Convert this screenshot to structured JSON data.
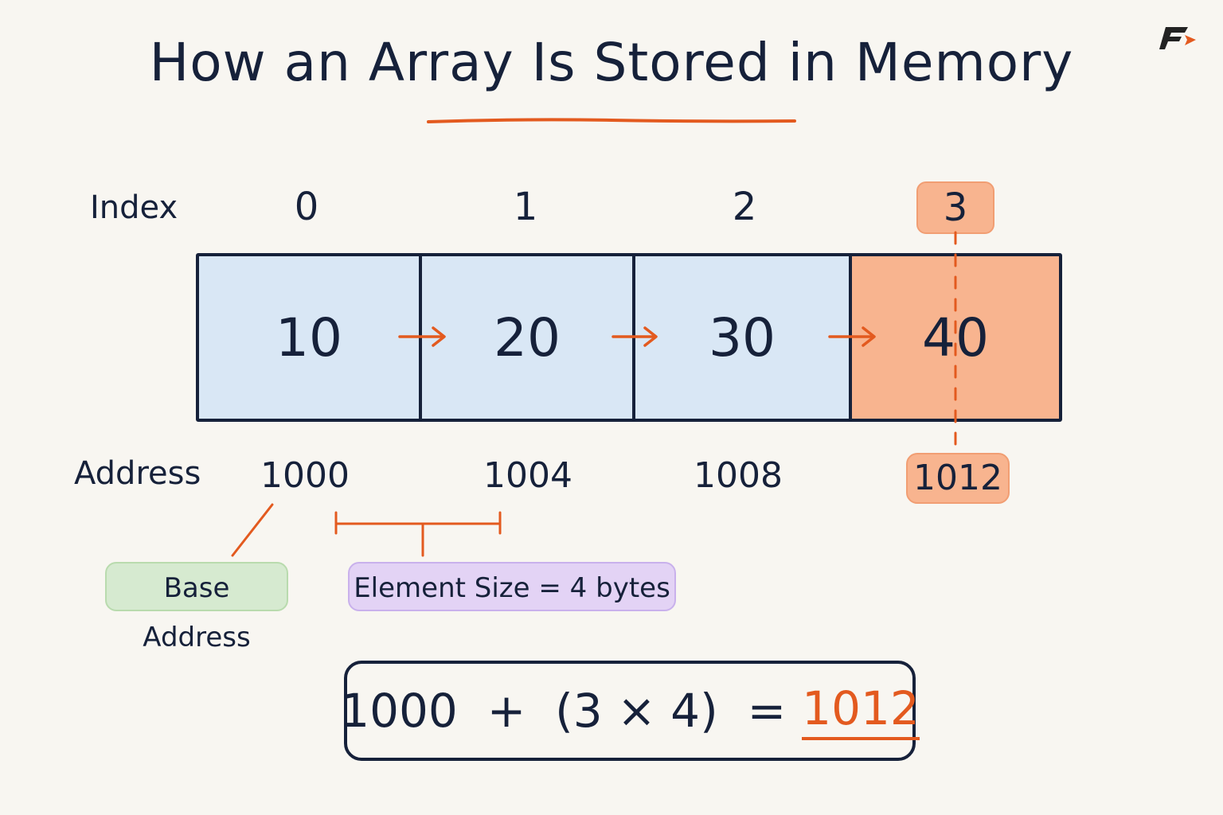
{
  "title": "How an Array Is Stored in Memory",
  "labels": {
    "index": "Index",
    "address": "Address"
  },
  "indices": [
    "0",
    "1",
    "2",
    "3"
  ],
  "values": [
    "10",
    "20",
    "30",
    "40"
  ],
  "addresses": [
    "1000",
    "1004",
    "1008",
    "1012"
  ],
  "highlight_index": 3,
  "tags": {
    "base_address": "Base Address",
    "element_size": "Element Size = 4 bytes"
  },
  "formula": {
    "expression": "1000  +  (3 × 4)  =",
    "result": "1012"
  },
  "colors": {
    "cell_fill": "#d9e7f5",
    "highlight_fill": "#f8b48f",
    "accent": "#e35a1f",
    "base_tag": "#d6ead0",
    "size_tag": "#e3d3f5",
    "ink": "#16213a",
    "background": "#f8f6f1"
  },
  "icons": {
    "logo": "brand-logo-icon",
    "arrow": "right-arrow-icon"
  }
}
